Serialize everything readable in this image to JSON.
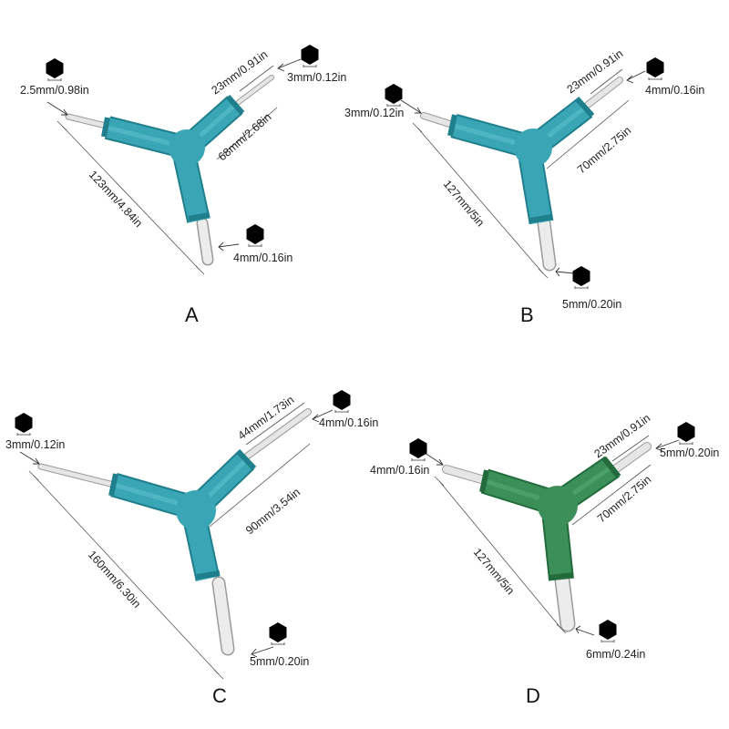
{
  "colors": {
    "teal": "#3aa6b5",
    "teal_dark": "#1f7f8c",
    "green": "#3d8f5a",
    "green_dark": "#236b3c",
    "steel": "#dedede"
  },
  "panels": [
    {
      "label": "A",
      "hex_left": "2.5mm/0.98in",
      "hex_top_right": "3mm/0.12in",
      "hex_bottom": "4mm/0.16in",
      "tip_length": "23mm/0.91in",
      "arm_length": "68mm/2.68in",
      "total_length": "123mm/4.84in"
    },
    {
      "label": "B",
      "hex_left": "3mm/0.12in",
      "hex_top_right": "4mm/0.16in",
      "hex_bottom": "5mm/0.20in",
      "tip_length": "23mm/0.91in",
      "arm_length": "70mm/2.75in",
      "total_length": "127mm/5in"
    },
    {
      "label": "C",
      "hex_left": "3mm/0.12in",
      "hex_top_right": "4mm/0.16in",
      "hex_bottom": "5mm/0.20in",
      "tip_length": "44mm/1.73in",
      "arm_length": "90mm/3.54in",
      "total_length": "160mm/6.30in"
    },
    {
      "label": "D",
      "hex_left": "4mm/0.16in",
      "hex_top_right": "5mm/0.20in",
      "hex_bottom": "6mm/0.24in",
      "tip_length": "23mm/0.91in",
      "arm_length": "70mm/2.75in",
      "total_length": "127mm/5in"
    }
  ]
}
